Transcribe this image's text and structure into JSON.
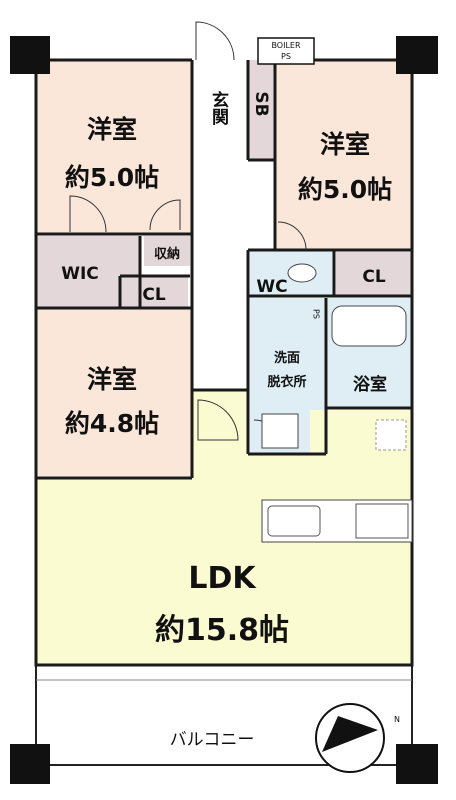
{
  "rooms": {
    "bedroom_nw": {
      "name": "洋室",
      "size": "約5.0帖"
    },
    "bedroom_ne": {
      "name": "洋室",
      "size": "約5.0帖"
    },
    "bedroom_w": {
      "name": "洋室",
      "size": "約4.8帖"
    },
    "ldk": {
      "name": "LDK",
      "size": "約15.8帖"
    },
    "entrance": {
      "name": "玄関"
    },
    "shoe_box": {
      "name": "SB"
    },
    "wic": {
      "name": "WIC"
    },
    "storage": {
      "name": "収納"
    },
    "closet_w": {
      "name": "CL"
    },
    "closet_e": {
      "name": "CL"
    },
    "toilet": {
      "name": "WC"
    },
    "washroom": {
      "name": "洗面\n脱衣所",
      "line1": "洗面",
      "line2": "脱衣所"
    },
    "bathroom": {
      "name": "浴室"
    },
    "ps_small": {
      "name": "PS"
    },
    "boiler": {
      "line1": "BOILER",
      "line2": "PS"
    },
    "balcony": {
      "name": "バルコニー"
    }
  },
  "compass": {
    "label": "N"
  },
  "colors": {
    "bedroom": "#fbe7da",
    "ldk": "#fbfbd2",
    "utility": "#e4d7d9",
    "wet": "#dfeef5",
    "entrance": "#ffffff",
    "wall": "#1a1a1a",
    "pillar": "#111111"
  }
}
